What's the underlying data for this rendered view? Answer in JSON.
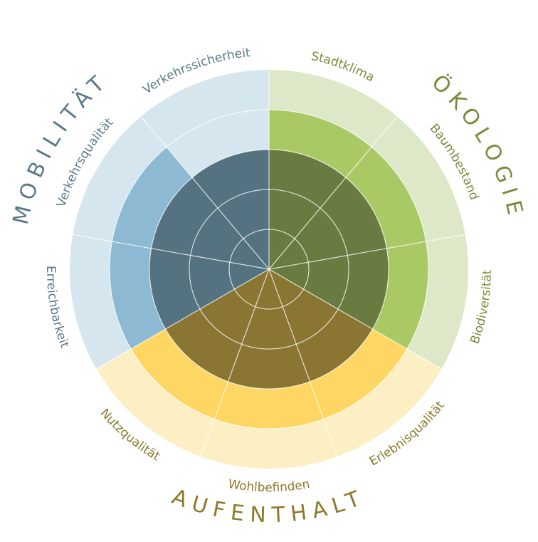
{
  "chart_data": {
    "type": "radial-bar",
    "levels": 5,
    "max": 5,
    "categories": [
      {
        "label": "Stadtklima",
        "group": "Ökologie",
        "value": 4
      },
      {
        "label": "Baumbestand",
        "group": "Ökologie",
        "value": 4
      },
      {
        "label": "Biodiversität",
        "group": "Ökologie",
        "value": 4
      },
      {
        "label": "Erlebnisqualität",
        "group": "Aufenthalt",
        "value": 4
      },
      {
        "label": "Wohlbefinden",
        "group": "Aufenthalt",
        "value": 4
      },
      {
        "label": "Nutzqualität",
        "group": "Aufenthalt",
        "value": 4
      },
      {
        "label": "Erreichbarkeit",
        "group": "Mobilität",
        "value": 4
      },
      {
        "label": "Verkehrsqualität",
        "group": "Mobilität",
        "value": 4
      },
      {
        "label": "Verkehrssicherheit",
        "group": "Mobilität",
        "value": 3
      }
    ],
    "groups": [
      {
        "name": "ÖKOLOGIE",
        "color": "#7a8c3a",
        "dark": "#6a7b42",
        "mid": "#a8c964",
        "light": "#dde8c8"
      },
      {
        "name": "AUFENTHALT",
        "color": "#8c7a2a",
        "dark": "#8a7532",
        "mid": "#fdd663",
        "light": "#fcefc4"
      },
      {
        "name": "MOBILITÄT",
        "color": "#5a7a8a",
        "dark": "#557280",
        "mid": "#8db9d2",
        "light": "#d6e6ef"
      }
    ]
  }
}
